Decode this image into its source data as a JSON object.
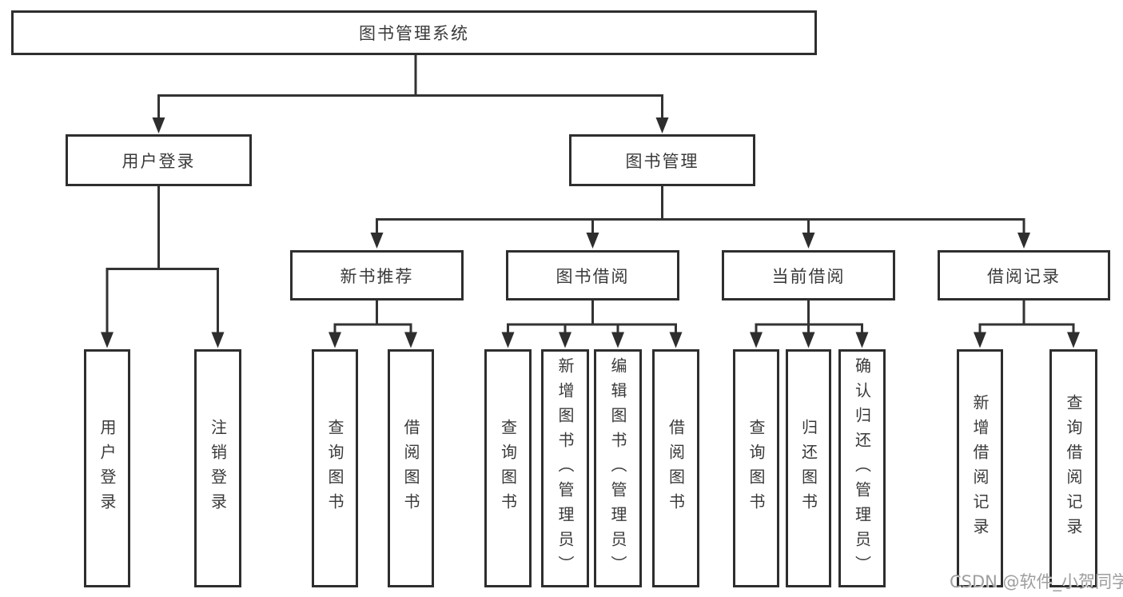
{
  "diagram": {
    "title": "图书管理系统",
    "level2": {
      "user_login": "用户登录",
      "book_mgmt": "图书管理"
    },
    "level3": {
      "new_books": "新书推荐",
      "borrowing": "图书借阅",
      "current": "当前借阅",
      "records": "借阅记录"
    },
    "leaves": {
      "user_login": [
        "用户登录",
        "注销登录"
      ],
      "new_books": [
        "查询图书",
        "借阅图书"
      ],
      "borrowing": [
        "查询图书",
        "新增图书（管理员）",
        "编辑图书（管理员）",
        "借阅图书"
      ],
      "current": [
        "查询图书",
        "归还图书",
        "确认归还（管理员）"
      ],
      "records": [
        "新增借阅记录",
        "查询借阅记录"
      ]
    }
  },
  "watermark": "CSDN @软件_小贺同学",
  "colors": {
    "line": "#333333",
    "arrow": "#2e2e2e",
    "text": "#3a3a3a",
    "watermark": "#9e9e9e",
    "background": "#ffffff"
  }
}
